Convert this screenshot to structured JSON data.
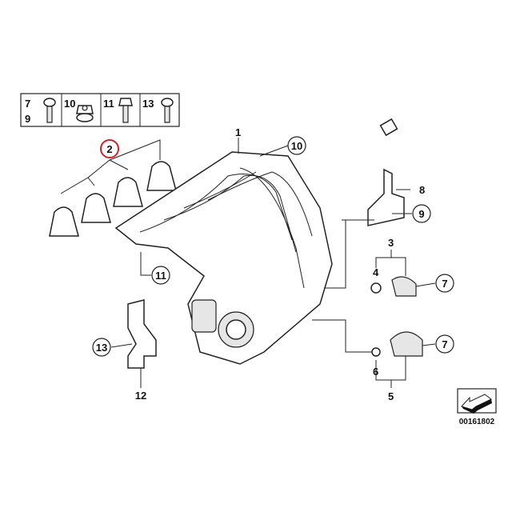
{
  "legend_box": {
    "cells": [
      {
        "labels": [
          "7",
          "9"
        ],
        "icon": "screw-icon"
      },
      {
        "labels": [
          "10"
        ],
        "icon": "nut-icon"
      },
      {
        "labels": [
          "11"
        ],
        "icon": "bolt-icon"
      },
      {
        "labels": [
          "13"
        ],
        "icon": "screw-icon"
      }
    ]
  },
  "callouts": {
    "c1": "1",
    "c2": "2",
    "c3": "3",
    "c4": "4",
    "c5": "5",
    "c6": "6",
    "c7a": "7",
    "c7b": "7",
    "c8": "8",
    "c9": "9",
    "c10": "10",
    "c11": "11",
    "c12": "12",
    "c13": "13"
  },
  "highlight_color": "#d0202a",
  "diagram_id": "00161802"
}
